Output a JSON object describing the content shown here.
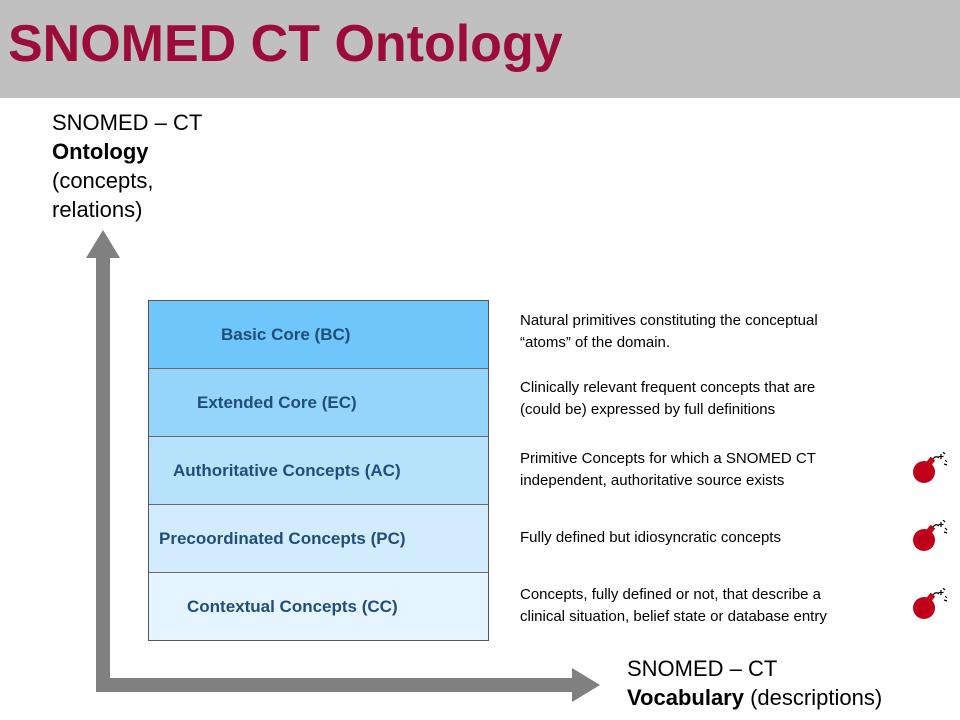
{
  "header": {
    "title": "SNOMED CT Ontology"
  },
  "y_axis_label": {
    "line1": "SNOMED – CT",
    "line2": "Ontology",
    "line3": "(concepts,",
    "line4": "relations)"
  },
  "x_axis_label": {
    "line1": "SNOMED – CT",
    "line2_bold": "Vocabulary",
    "line2_rest": " (descriptions)"
  },
  "layers": [
    {
      "label": "Basic Core (BC)",
      "color": "#6ec6fa",
      "description": [
        "Natural primitives constituting the conceptual",
        "“atoms” of the domain."
      ],
      "flagged": false
    },
    {
      "label": "Extended Core (EC)",
      "color": "#95d5fb",
      "description": [
        "Clinically relevant frequent concepts that are",
        "(could be) expressed by full definitions"
      ],
      "flagged": false
    },
    {
      "label": "Authoritative Concepts (AC)",
      "color": "#b6e2fc",
      "description": [
        "Primitive Concepts for which a SNOMED CT",
        "independent, authoritative source exists"
      ],
      "flagged": true
    },
    {
      "label": "Precoordinated Concepts (PC)",
      "color": "#d2ecfd",
      "description": [
        "Fully defined but idiosyncratic concepts"
      ],
      "flagged": true
    },
    {
      "label": "Contextual Concepts (CC)",
      "color": "#e5f4fe",
      "description": [
        "Concepts, fully defined or not, that describe a",
        "clinical situation, belief state or database entry"
      ],
      "flagged": true
    }
  ],
  "colors": {
    "title": "#9b0c3a",
    "header_bg": "#c0c0c0",
    "axis": "#808080",
    "layer_text": "#1f4e79",
    "bomb": "#c0001a"
  },
  "icons": {
    "flag_icon": "bomb-icon"
  }
}
